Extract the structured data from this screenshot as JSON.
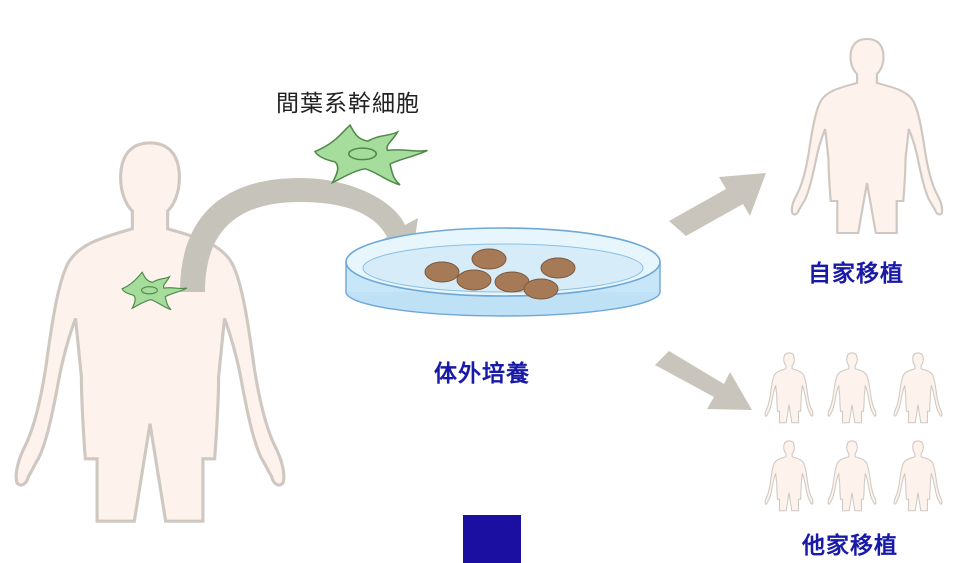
{
  "labels": {
    "cell_type": "間葉系幹細胞",
    "culture": "体外培養",
    "autologous": "自家移植",
    "allogeneic": "他家移植"
  },
  "colors": {
    "body_fill": "#fdf3ec",
    "body_outline": "#cfc8c2",
    "cell_fill": "#a6dd9c",
    "cell_outline": "#4f8a4a",
    "dish_fill": "#c7e6f7",
    "dish_outline": "#6fa8d6",
    "colony_fill": "#a77a57",
    "arrow_fill": "#c9c5bd",
    "label_blue": "#1a1aa8",
    "square": "#1a0fa0"
  },
  "icons": {
    "donor": "human-body-icon",
    "cell": "stem-cell-icon",
    "dish": "petri-dish-icon",
    "arrow": "arrow-icon"
  }
}
